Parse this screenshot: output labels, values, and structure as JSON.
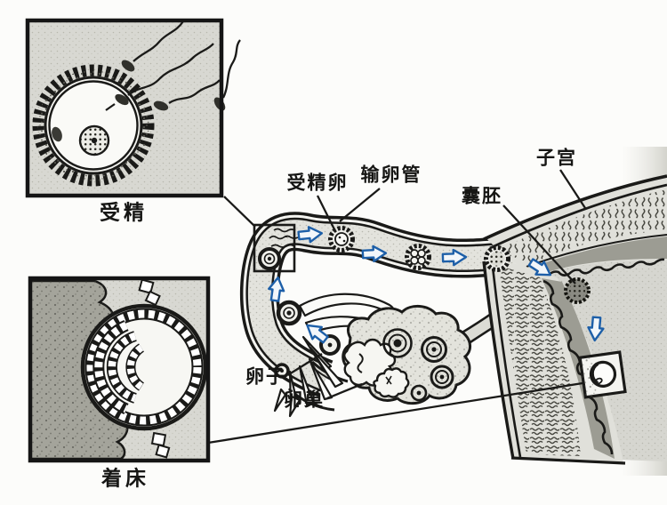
{
  "diagram": {
    "insets": {
      "fertilization": {
        "caption": "受精"
      },
      "implantation": {
        "caption": "着床"
      }
    },
    "labels": {
      "fertilized_egg": "受精卵",
      "oviduct": "输卵管",
      "uterus": "子宫",
      "blastocyst": "囊胚",
      "ovum": "卵子",
      "ovary": "卵巢"
    },
    "colors": {
      "ink_black": "#1a1a18",
      "arrow_blue": "#1d5fa8",
      "tissue_light_gray": "#e0e0da",
      "tissue_mid_gray": "#9c9c93",
      "inset_background": "#d8d8d2"
    }
  }
}
